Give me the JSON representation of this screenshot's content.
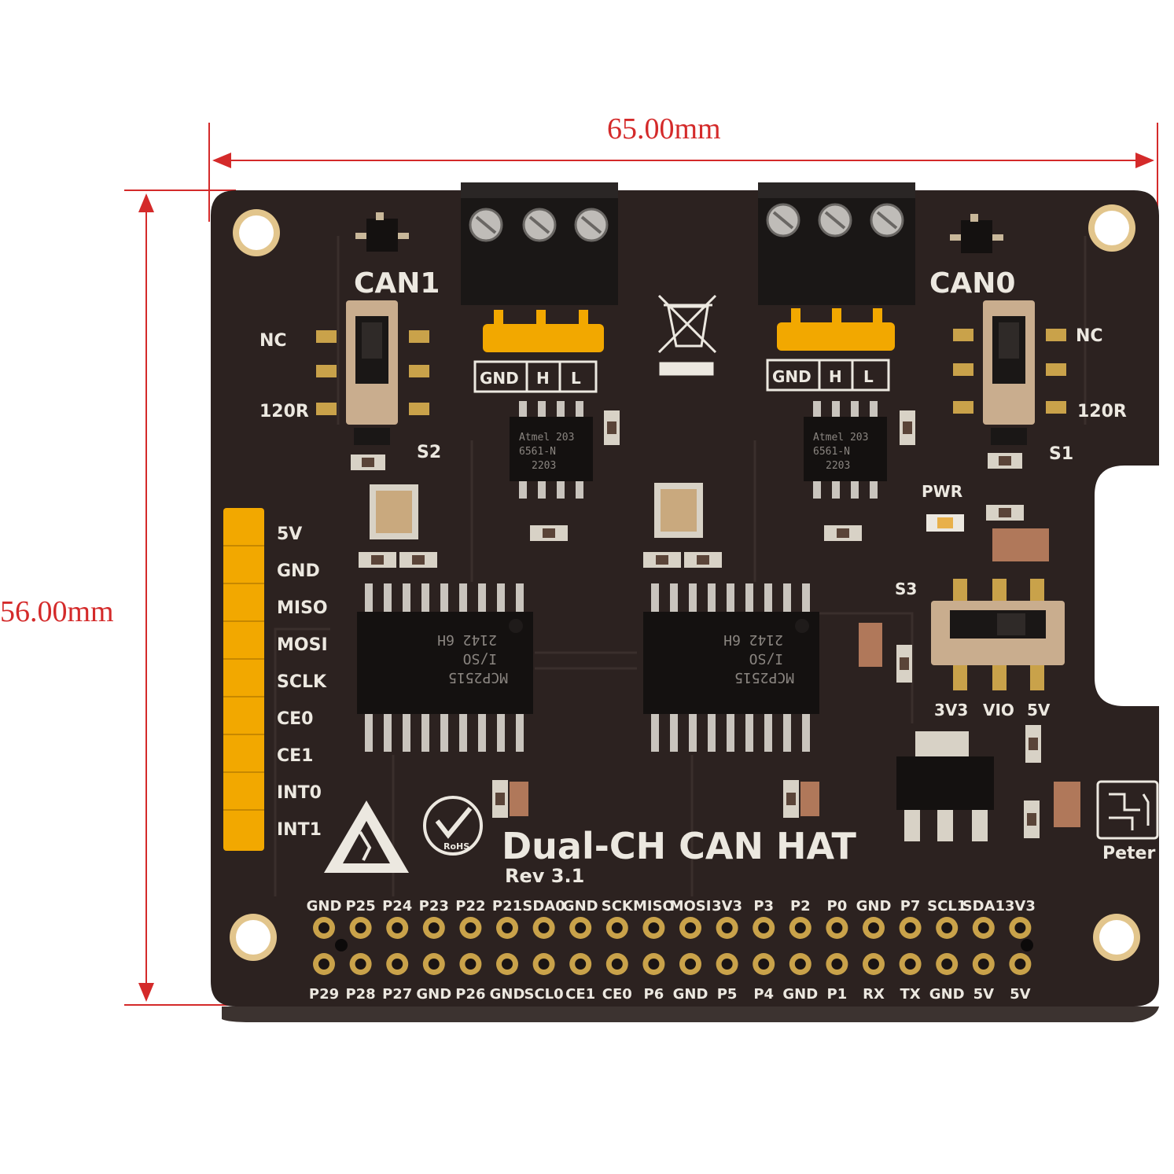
{
  "dimensions": {
    "width": "65.00mm",
    "height": "56.00mm"
  },
  "board": {
    "title": "Dual-CH CAN HAT",
    "revision": "Rev 3.1",
    "logo_text": "Peter",
    "rohs_text": "RoHS"
  },
  "channels": [
    {
      "name": "CAN1",
      "terminal_labels": [
        "GND",
        "H",
        "L"
      ],
      "switch_label": "S2",
      "switch_top": "NC",
      "switch_bottom": "120R"
    },
    {
      "name": "CAN0",
      "terminal_labels": [
        "GND",
        "H",
        "L"
      ],
      "switch_label": "S1",
      "switch_top": "NC",
      "switch_bottom": "120R"
    }
  ],
  "side_header": [
    "5V",
    "GND",
    "MISO",
    "MOSI",
    "SCLK",
    "CE0",
    "CE1",
    "INT0",
    "INT1"
  ],
  "voltage_select": {
    "label": "S3",
    "options": [
      "3V3",
      "VIO",
      "5V"
    ]
  },
  "power_led": "PWR",
  "chips": [
    {
      "lines": [
        "MCP2515",
        "I/SO",
        "2142 6H"
      ]
    },
    {
      "lines": [
        "MCP2515",
        "I/SO",
        "2142 6H"
      ]
    }
  ],
  "transceivers": [
    {
      "lines": [
        "Atmel 203",
        "6561-N",
        "2203"
      ]
    },
    {
      "lines": [
        "Atmel 203",
        "6561-N",
        "2203"
      ]
    }
  ],
  "gpio_top": [
    "GND",
    "P25",
    "P24",
    "P23",
    "P22",
    "P21",
    "SDA0",
    "GND",
    "SCK",
    "MISO",
    "MOSI",
    "3V3",
    "P3",
    "P2",
    "P0",
    "GND",
    "P7",
    "SCL1",
    "SDA1",
    "3V3"
  ],
  "gpio_bottom": [
    "P29",
    "P28",
    "P27",
    "GND",
    "P26",
    "GND",
    "SCL0",
    "CE1",
    "CE0",
    "P6",
    "GND",
    "P5",
    "P4",
    "GND",
    "P1",
    "RX",
    "TX",
    "GND",
    "5V",
    "5V"
  ],
  "colors": {
    "pcb": "#2c2220",
    "dimension": "#d42a2a",
    "header": "#f2a800",
    "pad": "#c9a24a",
    "silk": "#ece8e0"
  }
}
